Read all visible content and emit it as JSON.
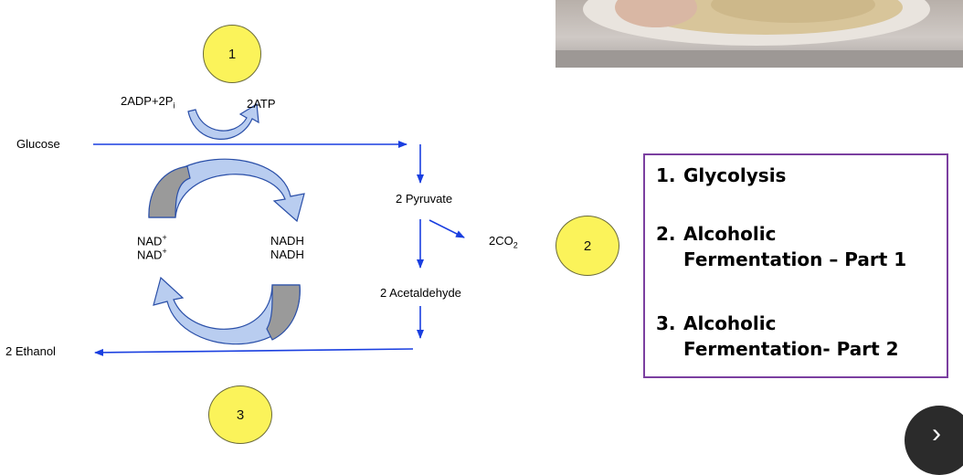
{
  "diagram": {
    "glucose": "Glucose",
    "adp": "2ADP+2P",
    "adp_sub": "i",
    "atp": "2ATP",
    "pyruvate": "2 Pyruvate",
    "co2": "2CO",
    "co2_sub": "2",
    "acetaldehyde": "2 Acetaldehyde",
    "ethanol": "2 Ethanol",
    "nad_top": "NAD",
    "nad_bottom": "NAD",
    "nad_sup": "+",
    "nadh_top": "NADH",
    "nadh_bottom": "NADH",
    "circle_1": "1",
    "circle_2": "2",
    "circle_3": "3"
  },
  "steps": {
    "step1_num": "1.",
    "step1_text": "Glycolysis",
    "step2_num": "2.",
    "step2_line1": "Alcoholic",
    "step2_line2": "Fermentation – Part 1",
    "step3_num": "3.",
    "step3_line1": "Alcoholic",
    "step3_line2": "Fermentation- Part 2"
  },
  "colors": {
    "arrow_blue": "#1a3fe0",
    "circle_yellow": "#fbf35a",
    "box_border": "#7b3fa0",
    "curved_arrow_fill": "#b9cdf0",
    "curved_arrow_dark": "#9a9a9a"
  },
  "icons": {
    "next": "chevron-right-icon"
  }
}
